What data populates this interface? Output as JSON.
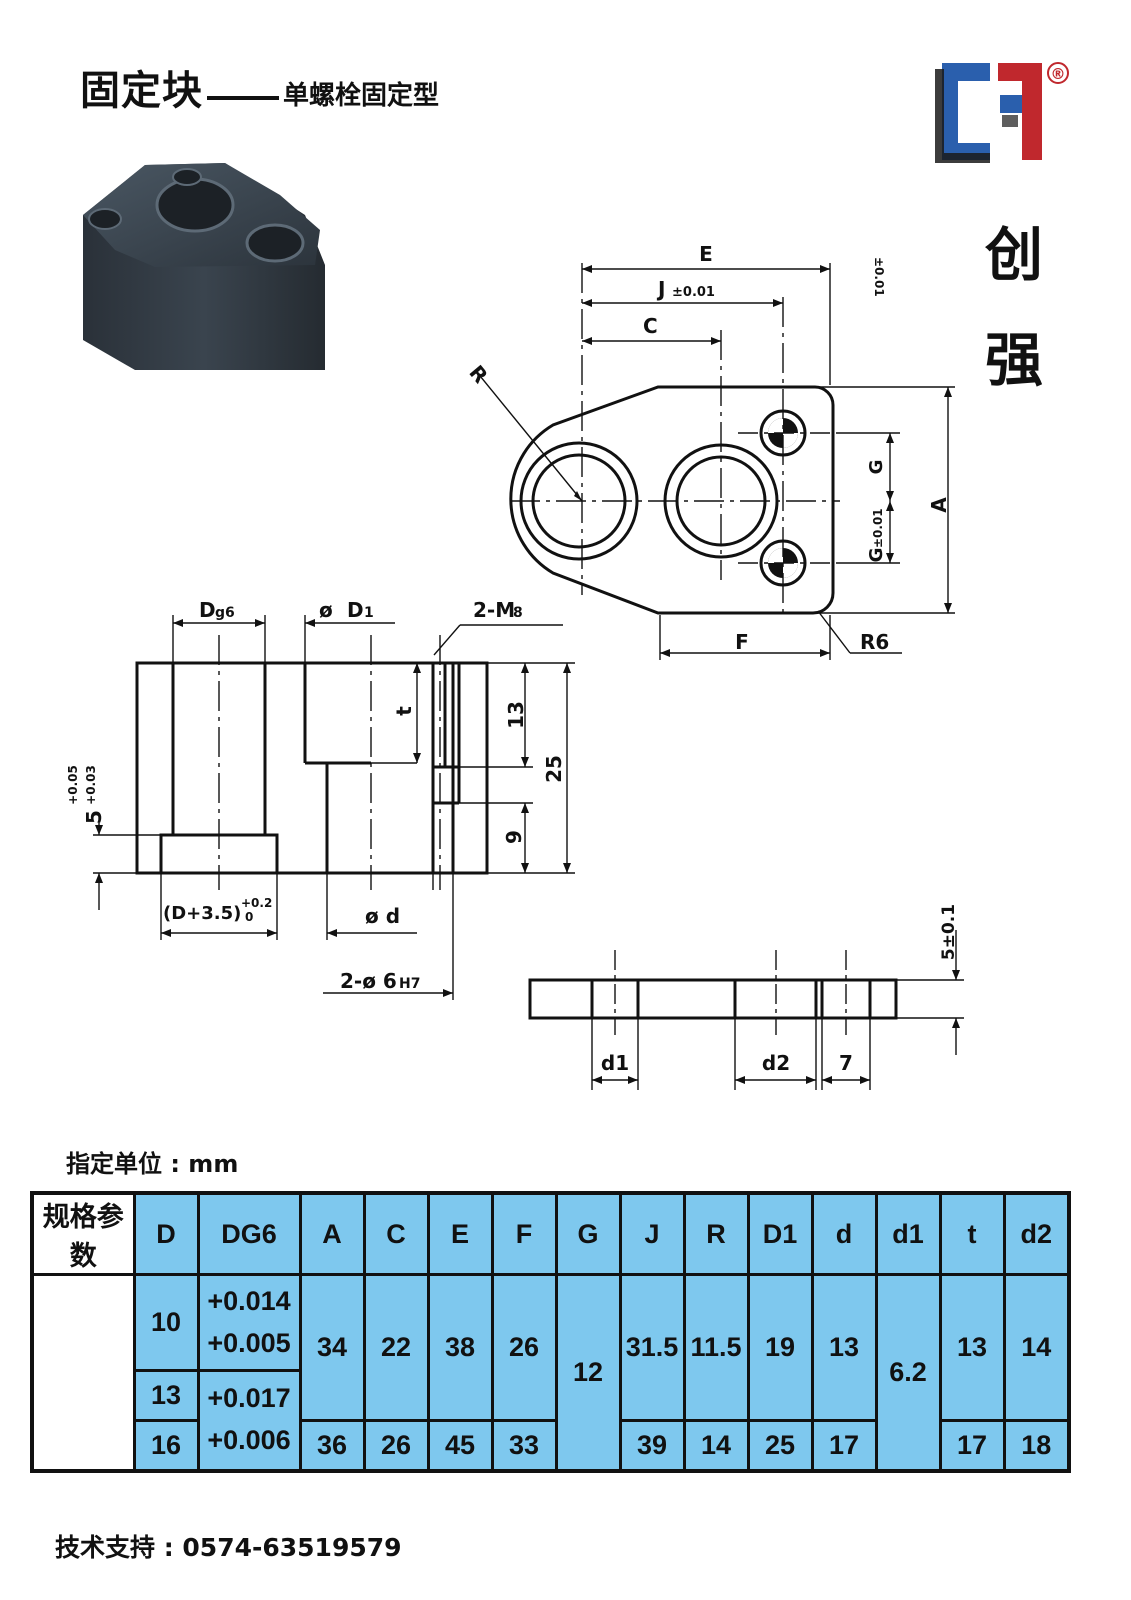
{
  "header": {
    "title_main": "固定块",
    "title_sub": "单螺栓固定型"
  },
  "brand": {
    "name_chars": [
      "创",
      "强"
    ],
    "registered_mark": "®",
    "colors": {
      "blue": "#2a5fad",
      "red": "#c0282d",
      "dark": "#1a1a1a"
    }
  },
  "drawing": {
    "labels": {
      "E": "E",
      "J": "J",
      "J_tol": "±0.01",
      "C": "C",
      "R": "R",
      "A": "A",
      "G": "G",
      "G_tol": "±0.01",
      "F": "F",
      "R6": "R6",
      "Dg6_D": "D",
      "Dg6_g6": "g6",
      "phiD1_phi": "ø",
      "phiD1_D": "D",
      "phiD1_1": "1",
      "M8_pre": "2-M",
      "M8_8": "8",
      "t": "t",
      "dim13": "13",
      "dim25": "25",
      "dim9": "9",
      "tol5": "5",
      "tol5_upper": "+0.05",
      "tol5_lower": "+0.03",
      "D35": "(D+3.5)",
      "D35_upper": "+0.2",
      "D35_lower": "0",
      "phid": "ø d",
      "phi6_pre": "2-ø 6",
      "phi6_H7": "H7",
      "d1": "d1",
      "d2": "d2",
      "dim7": "7",
      "tol5_01": "5±0.1"
    }
  },
  "unit_text": "指定单位 : mm",
  "table": {
    "headers": [
      "规格参数",
      "D",
      "DG6",
      "A",
      "C",
      "E",
      "F",
      "G",
      "J",
      "R",
      "D1",
      "d",
      "d1",
      "t",
      "d2"
    ],
    "rows": [
      {
        "D": "10",
        "DG6_upper": "+0.014",
        "DG6_lower": "+0.005",
        "A": "34",
        "C": "22",
        "E": "38",
        "F": "26",
        "G": "12",
        "J": "31.5",
        "R": "11.5",
        "D1": "19",
        "d": "13",
        "d1": "6.2",
        "t": "13",
        "d2": "14"
      },
      {
        "D": "13",
        "DG6_upper": "+0.017",
        "DG6_lower": "+0.006"
      },
      {
        "D": "16",
        "A": "36",
        "C": "26",
        "E": "45",
        "F": "33",
        "J": "39",
        "R": "14",
        "D1": "25",
        "d": "17",
        "t": "17",
        "d2": "18"
      }
    ]
  },
  "support_text": "技术支持 : 0574-63519579"
}
